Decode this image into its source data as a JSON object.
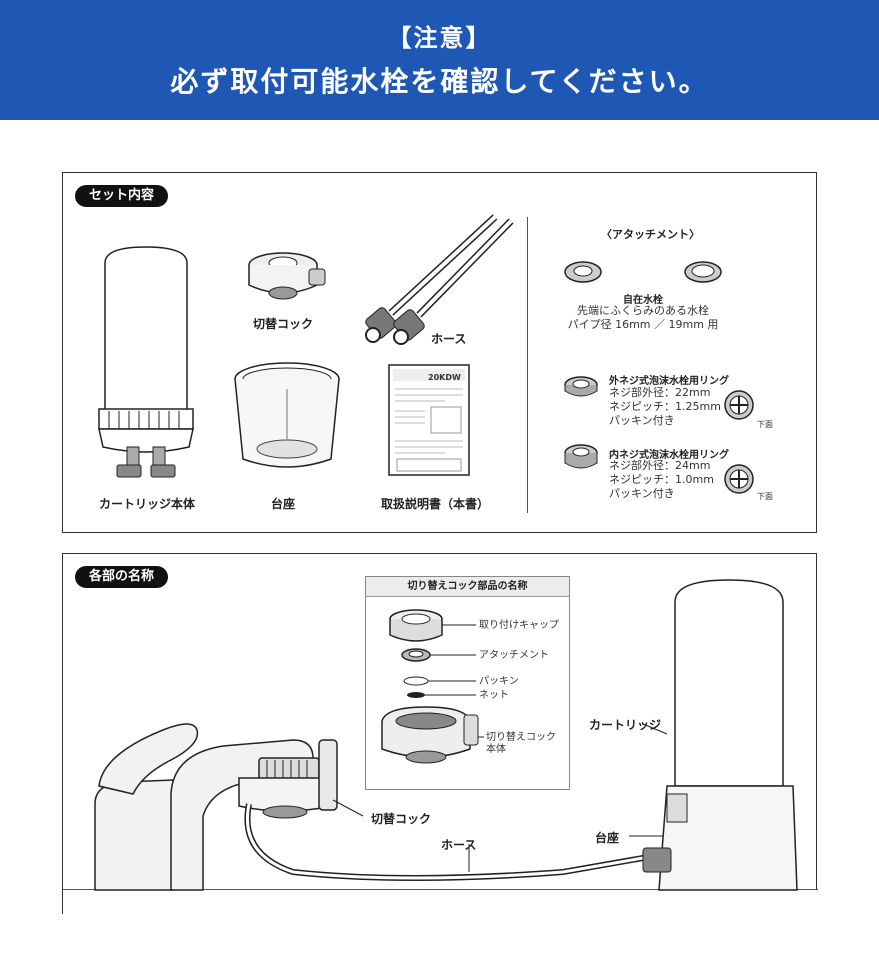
{
  "banner": {
    "line1": "【注意】",
    "line2": "必ず取付可能水栓を確認してください。"
  },
  "set_contents": {
    "title": "セット内容",
    "items": {
      "cartridge": "カートリッジ本体",
      "switch_cock": "切替コック",
      "hose": "ホース",
      "base": "台座",
      "manual": "取扱説明書（本書）"
    },
    "manual_cover_text": "20KDW",
    "attachments": {
      "title": "〈アタッチメント〉",
      "free_faucet": {
        "name": "自在水栓",
        "desc1": "先端にふくらみのある水栓",
        "desc2": "パイプ径 16mm ／ 19mm 用"
      },
      "outer_thread": {
        "name": "外ネジ式泡沫水栓用リング",
        "spec1": "ネジ部外径：22mm",
        "spec2": "ネジピッチ：1.25mm",
        "spec3": "パッキン付き",
        "bottom_label": "下面"
      },
      "inner_thread": {
        "name": "内ネジ式泡沫水栓用リング",
        "spec1": "ネジ部外径：24mm",
        "spec2": "ネジピッチ：1.0mm",
        "spec3": "パッキン付き",
        "bottom_label": "下面"
      }
    }
  },
  "part_names": {
    "title": "各部の名称",
    "cock_parts": {
      "title": "切り替えコック部品の名称",
      "cap": "取り付けキャップ",
      "attachment": "アタッチメント",
      "packing": "パッキン",
      "net": "ネット",
      "body_line1": "切り替えコック",
      "body_line2": "本体"
    },
    "labels": {
      "cartridge": "カートリッジ",
      "switch_cock": "切替コック",
      "hose": "ホース",
      "base": "台座"
    }
  }
}
